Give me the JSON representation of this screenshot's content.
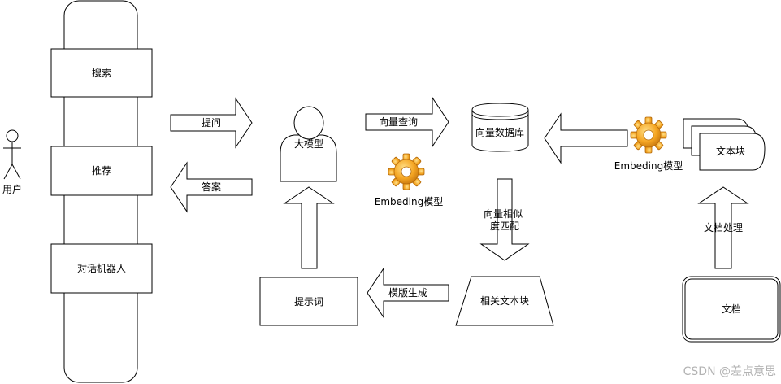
{
  "user": {
    "label": "用户"
  },
  "channels": {
    "search": "搜索",
    "recommend": "推荐",
    "chatbot": "对话机器人"
  },
  "arrows": {
    "ask": "提问",
    "answer": "答案",
    "vector_query": "向量查询",
    "similarity_match": "向量相似度匹配",
    "template_generate": "模版生成",
    "doc_processing": "文档处理"
  },
  "nodes": {
    "llm": "大模型",
    "vector_db": "向量数据库",
    "related_chunks": "相关文本块",
    "prompt": "提示词",
    "text_chunks": "文本块",
    "document": "文档"
  },
  "gear_labels": {
    "embedding_center": "Embeding模型",
    "embedding_right": "Embeding模型"
  },
  "icons": [
    "actor-icon",
    "person-icon",
    "gear-icon",
    "database-icon"
  ],
  "colors": {
    "stroke": "#000000",
    "fill": "#ffffff",
    "gear": "#f5a623",
    "gear_dark": "#c8780f",
    "watermark": "#b3b3b3"
  },
  "watermark": "CSDN @差点意思"
}
